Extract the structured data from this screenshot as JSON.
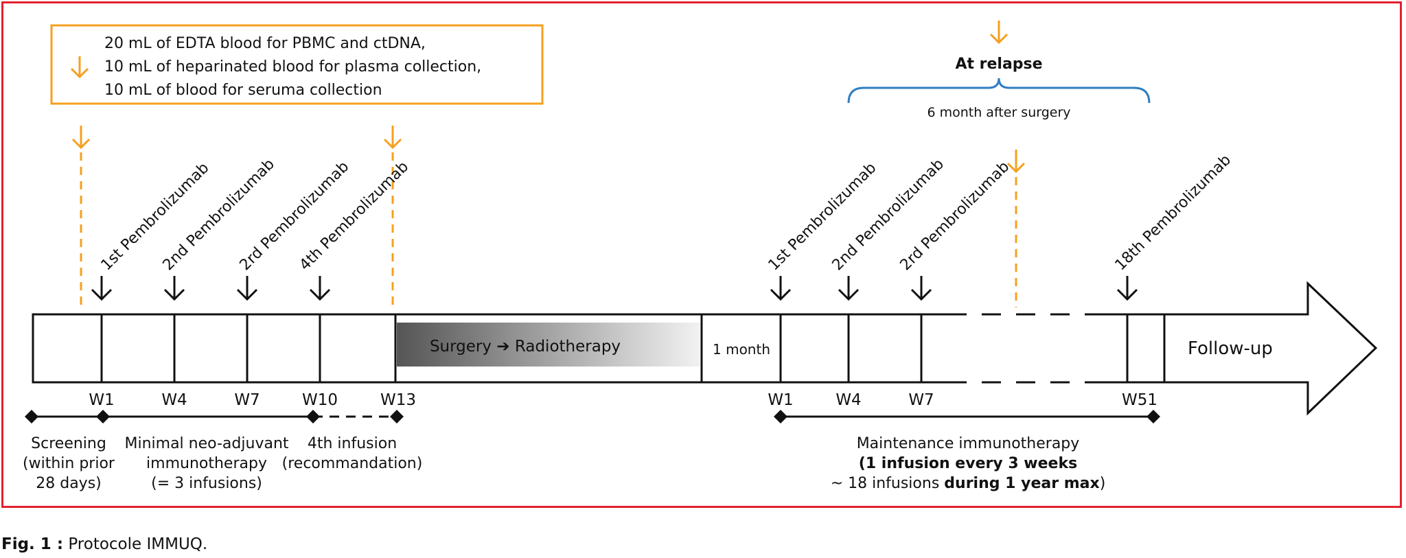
{
  "sampling_note": {
    "lines": [
      "20 mL of EDTA blood for PBMC and ctDNA,",
      "10 mL of heparinated blood for plasma collection,",
      "10 mL of blood for seruma collection"
    ],
    "color": "#f5a01f"
  },
  "relapse": {
    "title": "At relapse",
    "subtitle": "6 month after surgery",
    "bracket_color": "#2f7ec1"
  },
  "neoadjuvant_doses": [
    "1st Pembrolizumab",
    "2nd Pembrolizumab",
    "2rd Pembrolizumab",
    "4th Pembrolizumab"
  ],
  "maintenance_doses": [
    "1st Pembrolizumab",
    "2nd Pembrolizumab",
    "2rd Pembrolizumab",
    "18th Pembrolizumab"
  ],
  "surgery_label": "Surgery ➔ Radiotherapy",
  "interval_label": "1 month",
  "followup_label": "Follow-up",
  "neo_weeks": [
    "W1",
    "W4",
    "W7",
    "W10",
    "W13"
  ],
  "maint_weeks": [
    "W1",
    "W4",
    "W7",
    "W51"
  ],
  "phases": {
    "screening": [
      "Screening",
      "(within prior",
      "28 days)"
    ],
    "neoadjuvant": [
      "Minimal neo-adjuvant",
      "immunotherapy",
      "(= 3 infusions)"
    ],
    "fourth": [
      "4th infusion",
      "(recommandation)"
    ],
    "maintenance": {
      "line1": "Maintenance immunotherapy",
      "line2": "(1 infusion every 3 weeks",
      "line3_prefix": "~ 18 infusions ",
      "line3_bold": "during 1 year max",
      "line3_suffix": ")"
    }
  },
  "caption": {
    "prefix": "Fig. 1 :",
    "text": " Protocole IMMUQ."
  },
  "colors": {
    "frame": "#e3202e",
    "sampling_arrow": "#f5a01f",
    "bracket": "#2f7ec1"
  }
}
